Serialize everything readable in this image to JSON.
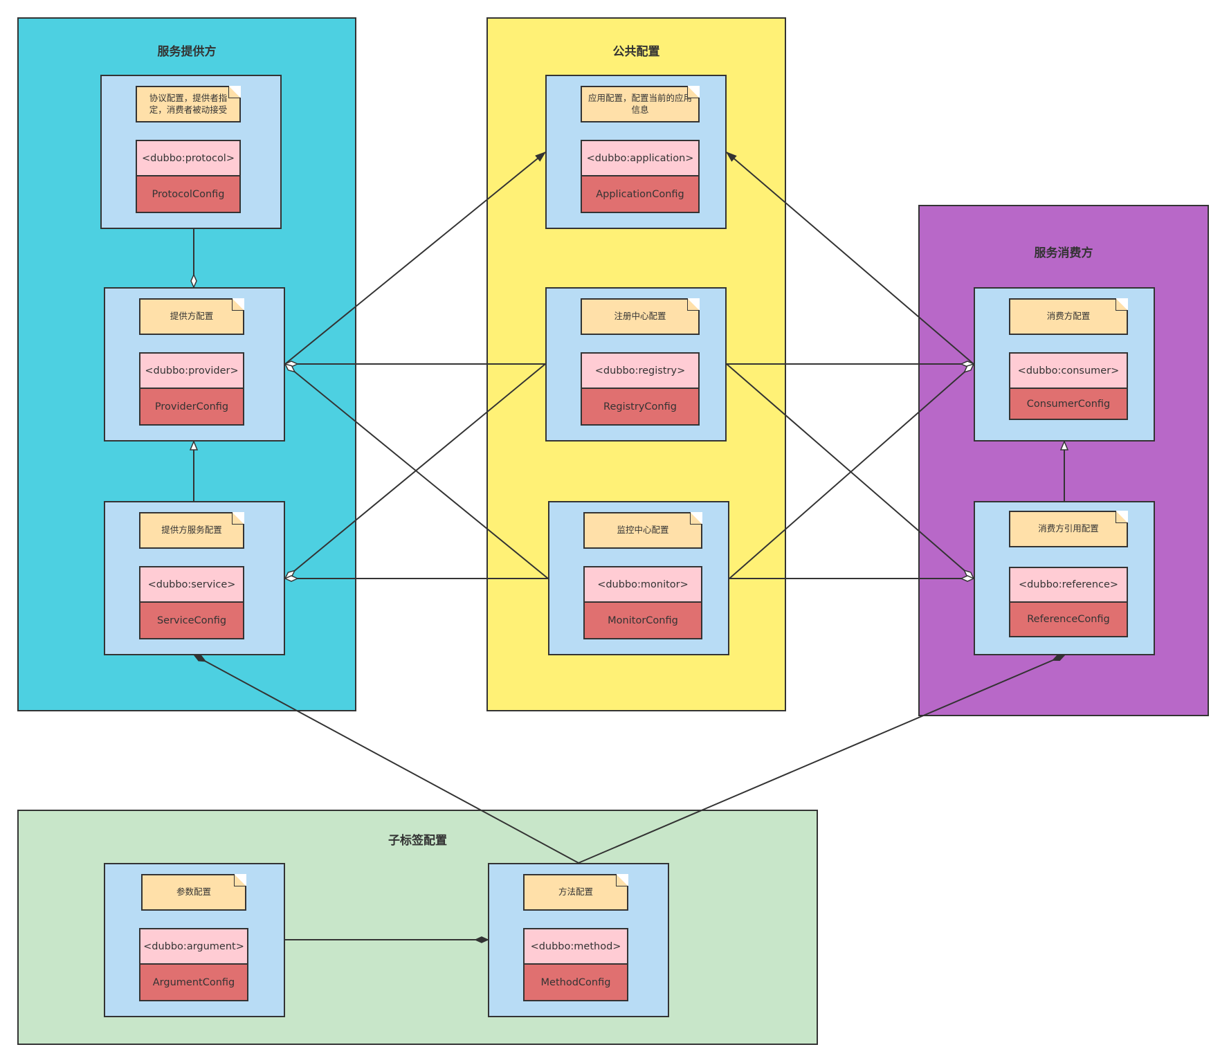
{
  "colors": {
    "provider_group": "#4dd0e1",
    "common_group": "#fff176",
    "consumer_group": "#b868c8",
    "sub_group": "#c8e6c9",
    "node_fill": "#b8dcf5",
    "note_fill": "#ffe0a9",
    "tag_fill": "#ffccd4",
    "class_fill": "#e07070",
    "stroke": "#333333"
  },
  "groups": {
    "provider": {
      "title": "服务提供方"
    },
    "common": {
      "title": "公共配置"
    },
    "consumer": {
      "title": "服务消费方"
    },
    "sub": {
      "title": "子标签配置"
    }
  },
  "nodes": {
    "protocol": {
      "note": "协议配置，提供者指定，消费者被动接受",
      "tag": "<dubbo:protocol>",
      "class": "ProtocolConfig"
    },
    "provider": {
      "note": "提供方配置",
      "tag": "<dubbo:provider>",
      "class": "ProviderConfig"
    },
    "service": {
      "note": "提供方服务配置",
      "tag": "<dubbo:service>",
      "class": "ServiceConfig"
    },
    "application": {
      "note": "应用配置，配置当前的应用信息",
      "tag": "<dubbo:application>",
      "class": "ApplicationConfig"
    },
    "registry": {
      "note": "注册中心配置",
      "tag": "<dubbo:registry>",
      "class": "RegistryConfig"
    },
    "monitor": {
      "note": "监控中心配置",
      "tag": "<dubbo:monitor>",
      "class": "MonitorConfig"
    },
    "consumer": {
      "note": "消费方配置",
      "tag": "<dubbo:consumer>",
      "class": "ConsumerConfig"
    },
    "reference": {
      "note": "消费方引用配置",
      "tag": "<dubbo:reference>",
      "class": "ReferenceConfig"
    },
    "argument": {
      "note": "参数配置",
      "tag": "<dubbo:argument>",
      "class": "ArgumentConfig"
    },
    "method": {
      "note": "方法配置",
      "tag": "<dubbo:method>",
      "class": "MethodConfig"
    }
  },
  "relations": [
    {
      "from": "protocol",
      "to": "provider",
      "kind": "aggregation"
    },
    {
      "from": "service",
      "to": "provider",
      "kind": "inheritance"
    },
    {
      "from": "provider",
      "to": "application",
      "kind": "association"
    },
    {
      "from": "consumer",
      "to": "application",
      "kind": "association"
    },
    {
      "from": "registry",
      "to": "provider",
      "kind": "aggregation"
    },
    {
      "from": "monitor",
      "to": "provider",
      "kind": "aggregation"
    },
    {
      "from": "registry",
      "to": "service",
      "kind": "aggregation"
    },
    {
      "from": "monitor",
      "to": "service",
      "kind": "aggregation"
    },
    {
      "from": "registry",
      "to": "consumer",
      "kind": "aggregation"
    },
    {
      "from": "monitor",
      "to": "consumer",
      "kind": "aggregation"
    },
    {
      "from": "registry",
      "to": "reference",
      "kind": "aggregation"
    },
    {
      "from": "monitor",
      "to": "reference",
      "kind": "aggregation"
    },
    {
      "from": "reference",
      "to": "consumer",
      "kind": "inheritance"
    },
    {
      "from": "method",
      "to": "service",
      "kind": "composition"
    },
    {
      "from": "method",
      "to": "reference",
      "kind": "composition"
    },
    {
      "from": "argument",
      "to": "method",
      "kind": "composition"
    }
  ]
}
